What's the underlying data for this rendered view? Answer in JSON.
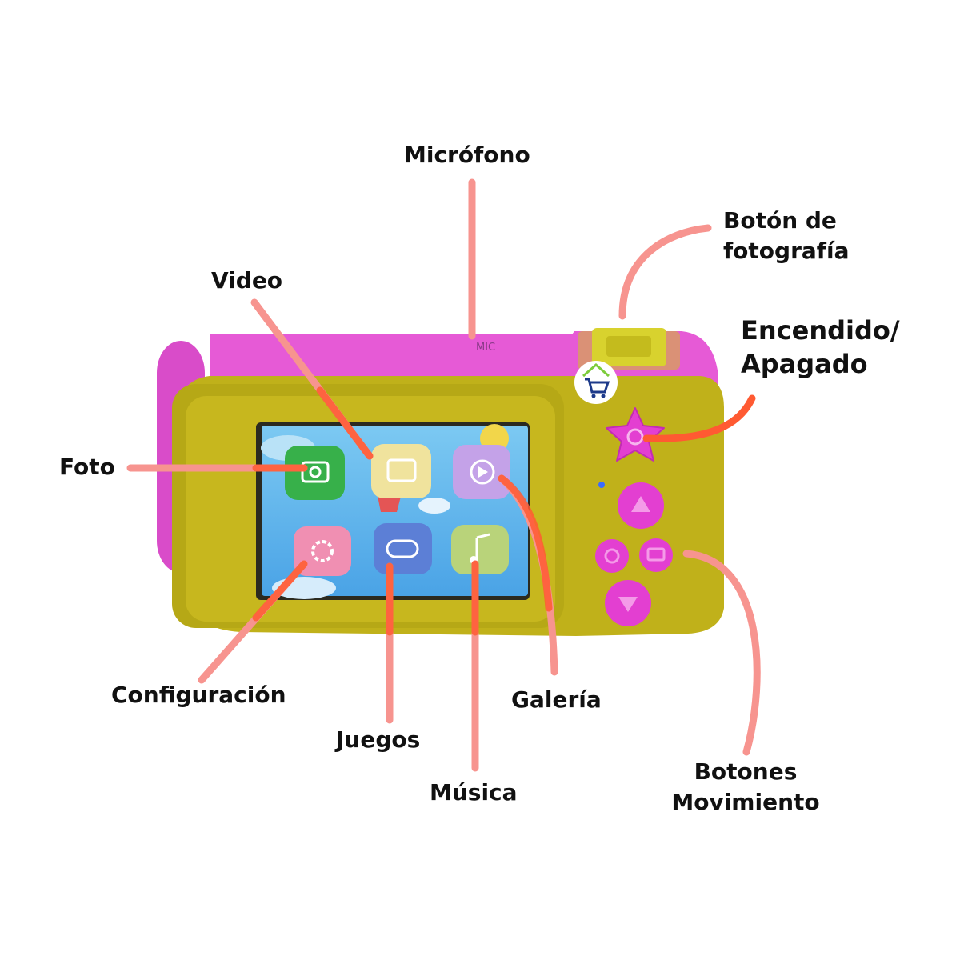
{
  "labels": {
    "microfono": "Micrófono",
    "boton_fotografia": [
      "Botón de",
      "fotografía"
    ],
    "video": "Video",
    "encendido": [
      "Encendido/",
      "Apagado"
    ],
    "foto": "Foto",
    "configuracion": "Configuración",
    "juegos": "Juegos",
    "musica": "Música",
    "galeria": "Galería",
    "botones_movimiento": [
      "Botones",
      "Movimiento"
    ]
  },
  "colors": {
    "body_pink": "#e65ad6",
    "body_yellow": "#c0b11a",
    "button_pink": "#e33fd1",
    "pointer_line": "#f7948f",
    "pointer_line_hot": "#ff5a32",
    "screen_blue": "#62b8ee",
    "label_text": "#111111"
  },
  "icons": [
    "camera-icon",
    "video-icon",
    "gallery-play-icon",
    "settings-gear-icon",
    "gamepad-icon",
    "music-note-icon",
    "power-icon",
    "arrow-up-icon",
    "arrow-down-icon",
    "settings-small-icon",
    "photo-small-icon",
    "store-logo-icon"
  ]
}
